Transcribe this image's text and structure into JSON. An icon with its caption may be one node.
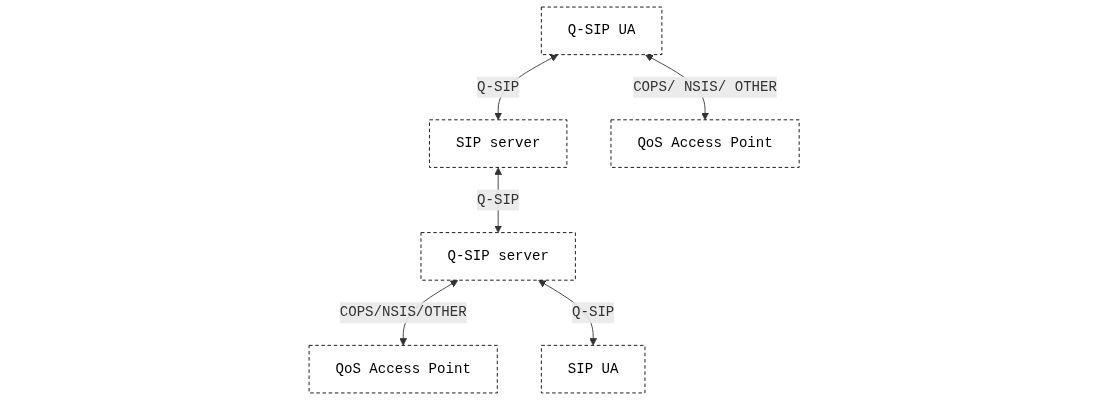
{
  "diagram": {
    "nodes": [
      {
        "text": [
          "SIP server"
        ]
      },
      {
        "text": [
          "Q-SIP server"
        ]
      },
      {
        "text": [
          "Q-SIP UA"
        ]
      },
      {
        "text": [
          "QoS Access Point"
        ]
      },
      {
        "text": [
          "QoS Access Point"
        ]
      },
      {
        "text": [
          "SIP UA"
        ]
      }
    ],
    "edges": [
      {
        "from": 0,
        "to": 1,
        "arrow": "both",
        "label": "Q-SIP"
      },
      {
        "from": 2,
        "to": 0,
        "arrow": "both",
        "label": "Q-SIP"
      },
      {
        "from": 2,
        "to": 3,
        "arrow": "both",
        "label": "COPS/ NSIS/ OTHER"
      },
      {
        "from": 1,
        "to": 4,
        "arrow": "both",
        "label": "COPS/NSIS/OTHER"
      },
      {
        "from": 1,
        "to": 5,
        "arrow": "both",
        "label": "Q-SIP"
      }
    ]
  }
}
